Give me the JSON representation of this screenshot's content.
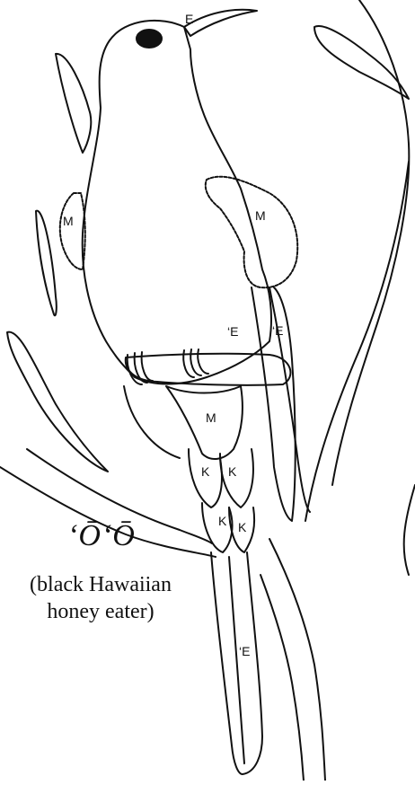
{
  "caption": {
    "title": "‘Ō‘Ō",
    "subtitle_line1": "(black Hawaiian",
    "subtitle_line2": "honey eater)"
  },
  "labels": {
    "beak": "E",
    "mane_left": "M",
    "mane_right": "M",
    "wing_left": "‘E",
    "wing_right": "‘E",
    "tail_upper": "M",
    "tail_k1": "K",
    "tail_k2": "K",
    "tail_k3": "K",
    "tail_k4": "K",
    "tail_long": "‘E"
  },
  "colors": {
    "ink": "#111111",
    "paper": "#ffffff"
  }
}
